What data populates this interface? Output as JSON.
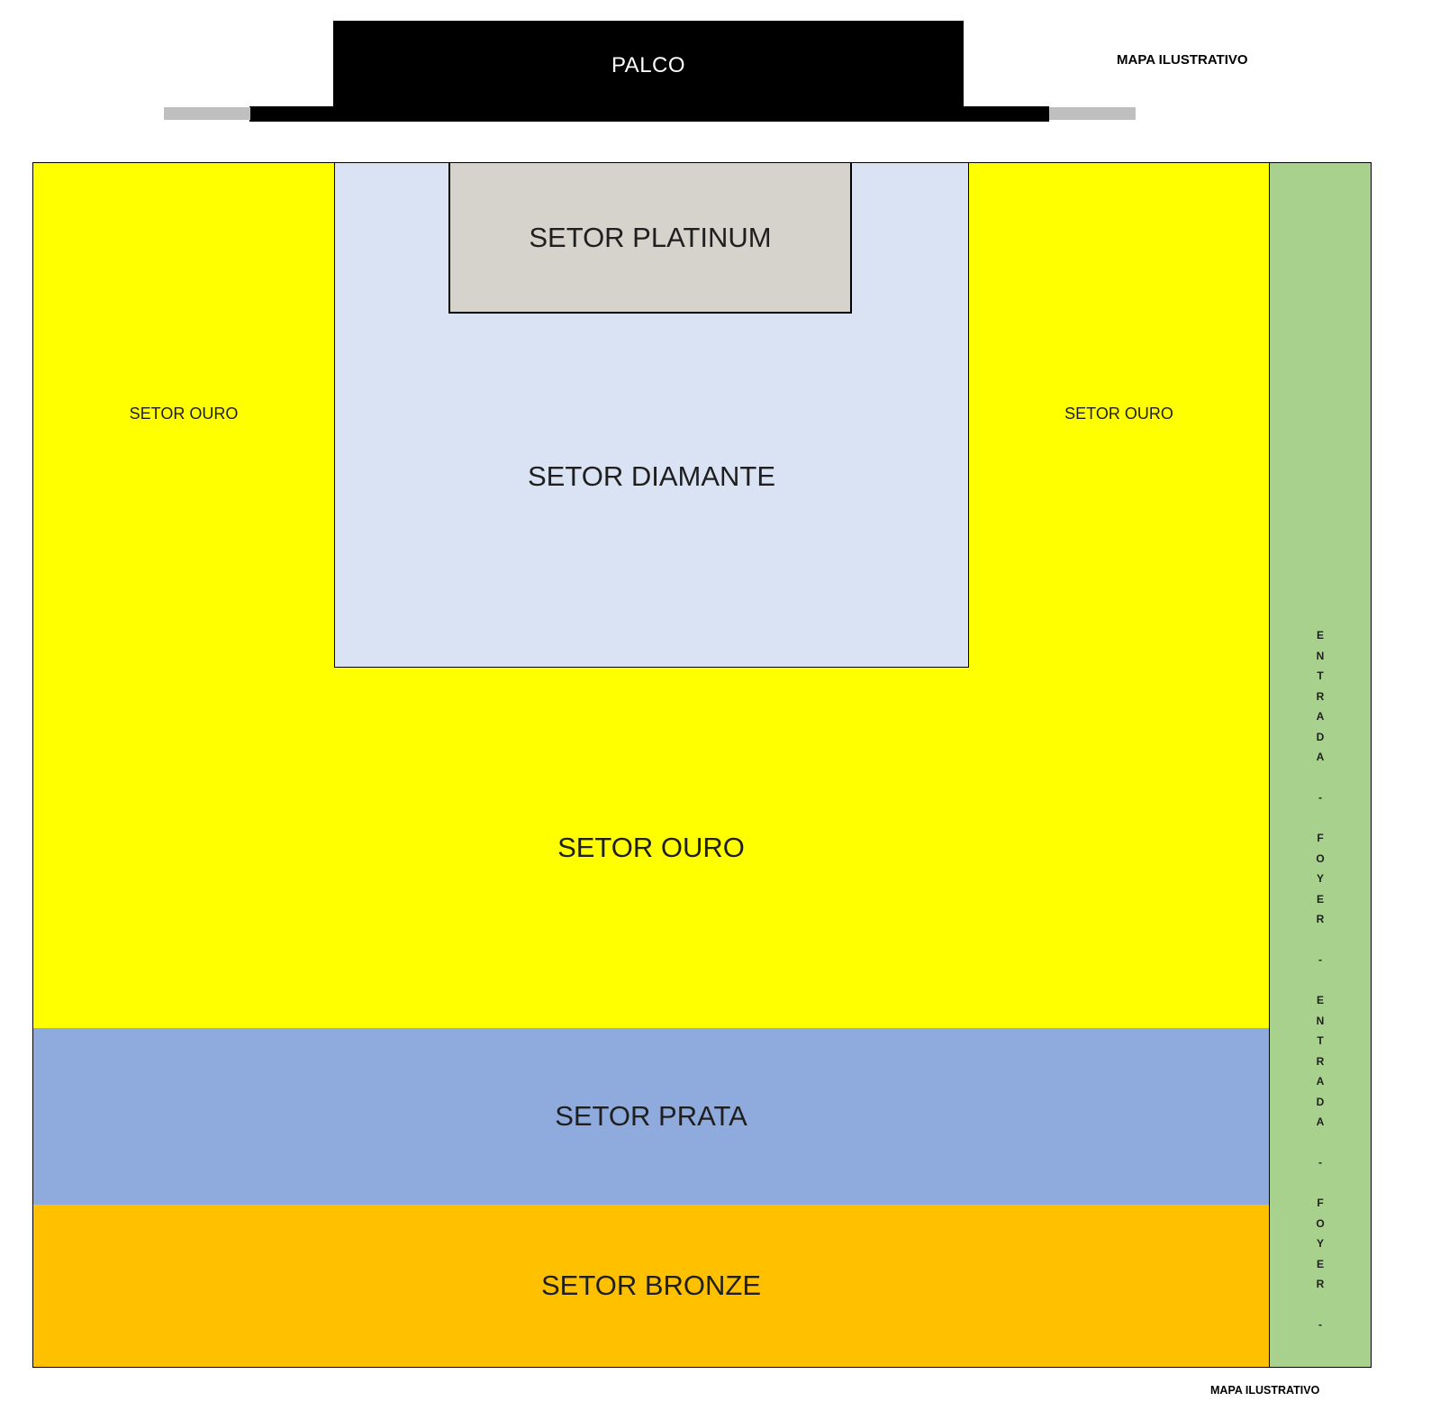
{
  "stage": {
    "label": "PALCO"
  },
  "notes": {
    "top": "MAPA ILUSTRATIVO",
    "bottom": "MAPA ILUSTRATIVO"
  },
  "sectors": {
    "platinum": {
      "label": "SETOR PLATINUM",
      "color": "#d6d2cc"
    },
    "diamante": {
      "label": "SETOR DIAMANTE",
      "color": "#dae3f3"
    },
    "ouro": {
      "label": "SETOR OURO",
      "color": "#ffff00"
    },
    "prata": {
      "label": "SETOR PRATA",
      "color": "#8faadc"
    },
    "bronze": {
      "label": "SETOR BRONZE",
      "color": "#ffc000"
    },
    "entrada_foyer": {
      "label": "ENTRADA - FOYER - ENTRADA - FOYER -",
      "label_vertical": "E\nN\nT\nR\nA\nD\nA\n\n-\n\nF\nO\nY\nE\nR\n\n-\n\nE\nN\nT\nR\nA\nD\nA\n\n-\n\nF\nO\nY\nE\nR\n\n-",
      "color": "#a9d18e"
    }
  },
  "colors": {
    "stage": "#000000",
    "stage_side_bars": "#bfbfbf",
    "label_text": "#1f1f1f"
  }
}
